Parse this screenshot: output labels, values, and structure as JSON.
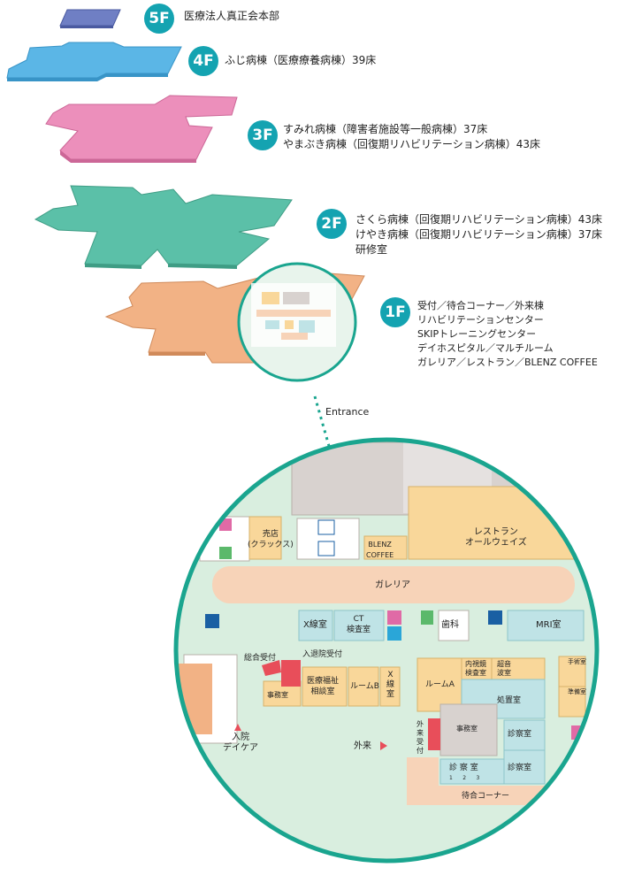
{
  "floors": [
    {
      "level": "5F",
      "color": "#6f7fc4",
      "lines": [
        "医療法人真正会本部"
      ]
    },
    {
      "level": "4F",
      "color": "#5bb6e6",
      "lines": [
        "ふじ病棟（医療療養病棟）39床"
      ]
    },
    {
      "level": "3F",
      "color": "#ec8fbb",
      "lines": [
        "すみれ病棟（障害者施設等一般病棟）37床",
        "やまぶき病棟（回復期リハビリテーション病棟）43床"
      ]
    },
    {
      "level": "2F",
      "color": "#5bc0a8",
      "lines": [
        "さくら病棟（回復期リハビリテーション病棟）43床",
        "けやき病棟（回復期リハビリテーション病棟）37床",
        "研修室"
      ]
    },
    {
      "level": "1F",
      "color": "#f2b285",
      "lines": [
        "受付／待合コーナー／外来棟",
        "リハビリテーションセンター",
        "SKIPトレーニングセンター",
        "デイホスピタル／マルチルーム",
        "ガレリア／レストラン／BLENZ COFFEE"
      ]
    }
  ],
  "entrance_label": "Entrance",
  "rooms": {
    "shop": "売店\n(クラックス)",
    "blenz": "BLENZ\nCOFFEE",
    "restaurant": "レストラン\nオールウェイズ",
    "galleria": "ガレリア",
    "xray1": "X線室",
    "ct": "CT\n検査室",
    "dental": "歯科",
    "mri": "MRI室",
    "reception": "総合受付",
    "admission": "入退院受付",
    "office1": "事務室",
    "welfare": "医療福祉\n相談室",
    "roomB": "ルームB",
    "xray2": "X\n線\n室",
    "roomA": "ルームA",
    "endoscope": "内視鏡\n検査室",
    "ultrasound": "超音\n波室",
    "treatment": "処置室",
    "surgery": "手術室",
    "prep": "準備室",
    "office2": "事務室",
    "outpatient_reception": "外\n来\n受\n付",
    "exam1": "診察室",
    "exam2": "診察室",
    "exam3": "診 察 室",
    "exam_nums": "1      2      3",
    "waiting": "待合コーナー",
    "day_care": "入院\nデイケア",
    "outpatient": "外来"
  },
  "colors": {
    "accent": "#14a3b1",
    "circle": "#1aa58f",
    "map_bg": "#d9eedf",
    "corridor": "#f7d3b8",
    "room": "#f9d79a",
    "room_blue": "#bfe3e6",
    "wall": "#d8d2cf",
    "red": "#e84e5a"
  }
}
